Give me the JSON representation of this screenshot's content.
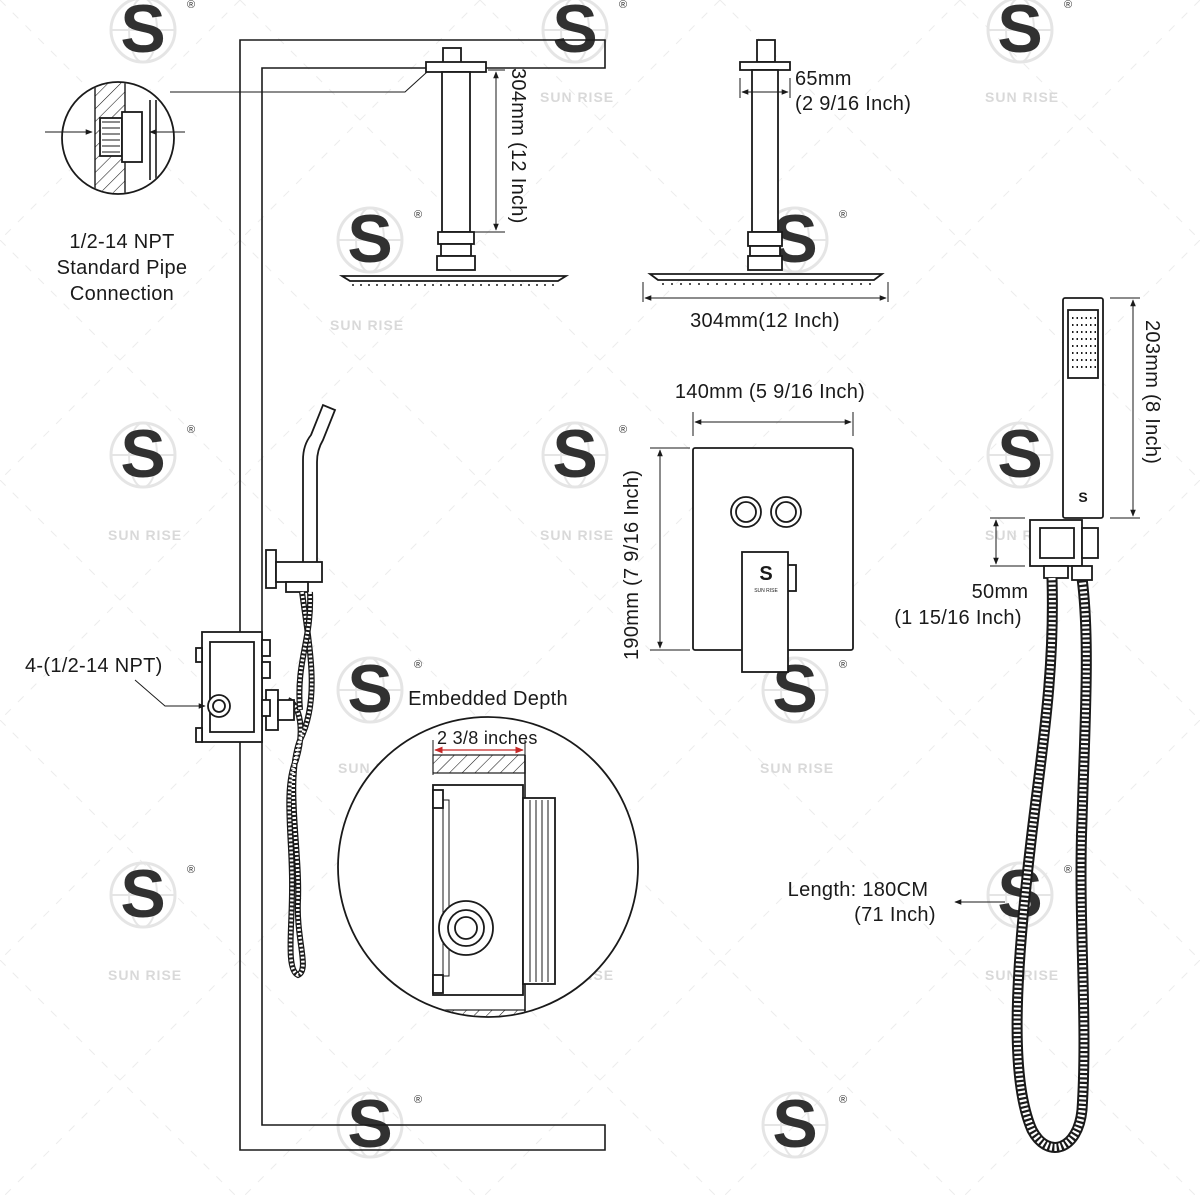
{
  "watermark": {
    "brand_text": "SUN RISE",
    "mark": "S",
    "registered": "®"
  },
  "callouts": {
    "pipe_connection": [
      "1/2-14 NPT",
      "Standard Pipe",
      "Connection"
    ],
    "inlet_ports": "4-(1/2-14 NPT)",
    "embedded_depth_title": "Embedded Depth",
    "embedded_depth_value": "2 3/8 inches",
    "hose_length": [
      "Length: 180CM",
      "(71 Inch)"
    ]
  },
  "dimensions": {
    "shower_arm_height": "304mm (12 Inch)",
    "arm_base_width": [
      "65mm",
      "(2 9/16 Inch)"
    ],
    "shower_head_width": "304mm(12 Inch)",
    "valve_plate_width": "140mm (5 9/16 Inch)",
    "valve_plate_height": "190mm (7 9/16 Inch)",
    "hand_shower_length": "203mm (8 Inch)",
    "holder_height": [
      "50mm",
      "(1 15/16 Inch)"
    ]
  },
  "valve_logo": {
    "mark": "S",
    "small_text": "SUN RISE"
  }
}
